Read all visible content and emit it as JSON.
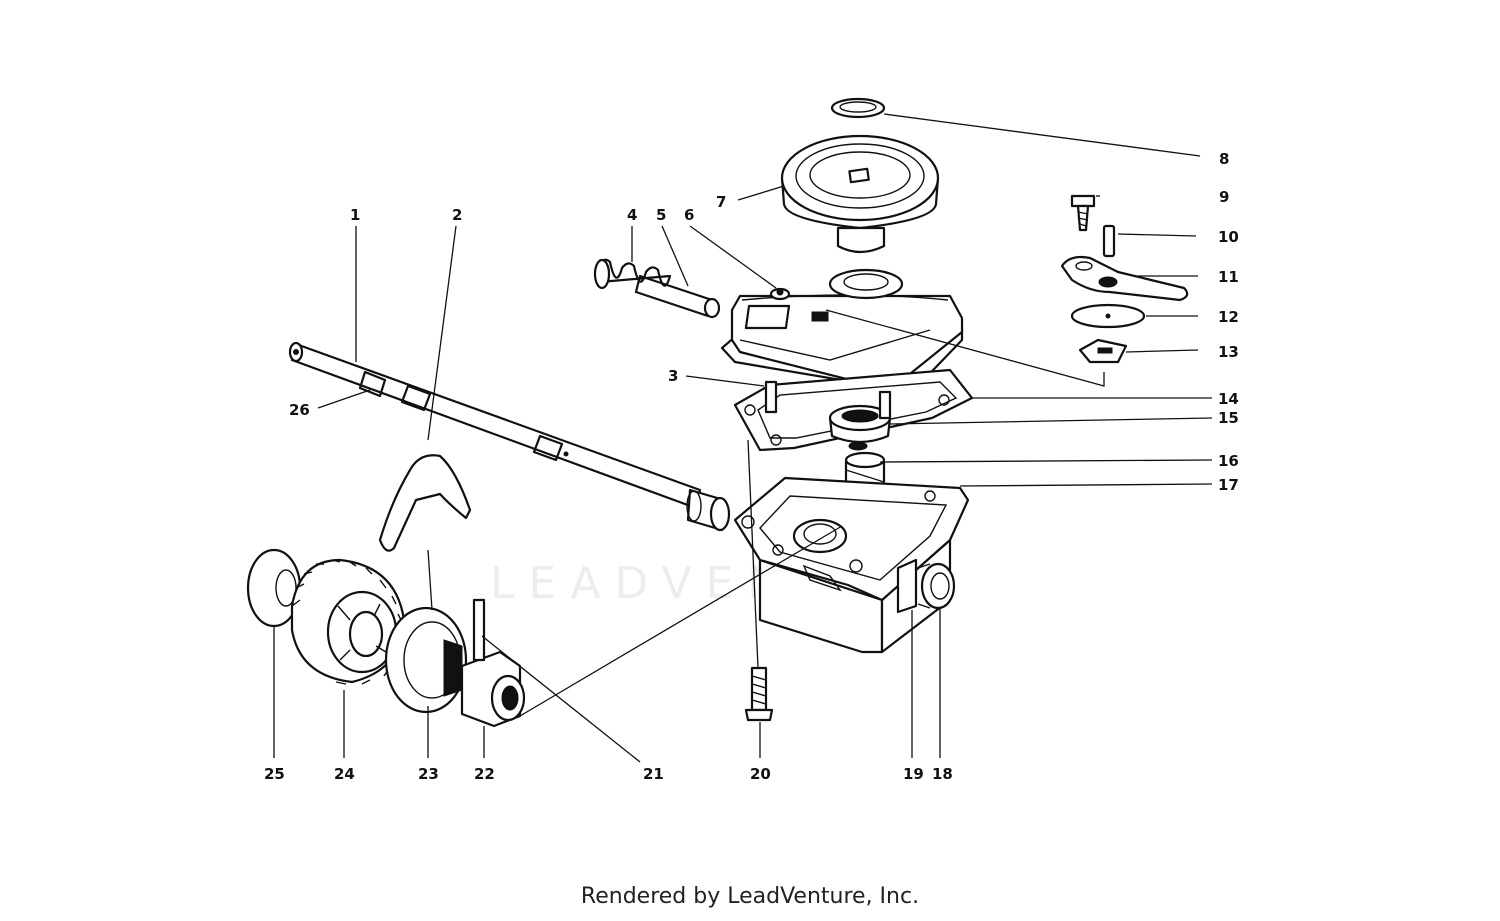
{
  "watermark": "LEADVENTURE",
  "footer": "Rendered by LeadVenture, Inc.",
  "callouts": [
    "1",
    "2",
    "3",
    "4",
    "5",
    "6",
    "7",
    "8",
    "9",
    "10",
    "11",
    "12",
    "13",
    "14",
    "15",
    "16",
    "17",
    "18",
    "19",
    "20",
    "21",
    "22",
    "23",
    "24",
    "25",
    "26"
  ]
}
